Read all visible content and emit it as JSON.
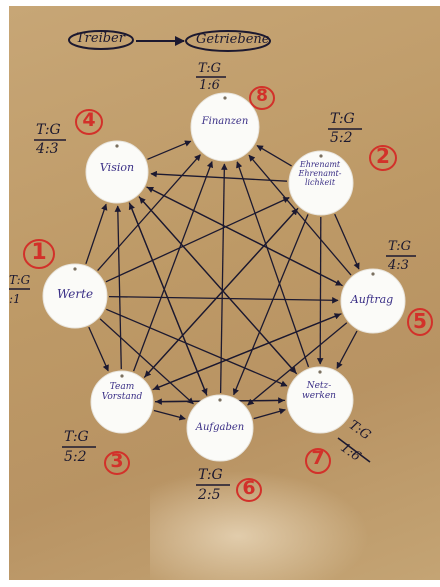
{
  "heading": {
    "left": "Treiber",
    "right": "Getriebene"
  },
  "nodes": [
    {
      "id": "finanzen",
      "label": "Finanzen",
      "ratio_top": "T:G",
      "ratio_bottom": "1:6",
      "number": "8"
    },
    {
      "id": "vision",
      "label": "Vision",
      "ratio_top": "T:G",
      "ratio_bottom": "4:3",
      "number": "4"
    },
    {
      "id": "ehrenamt",
      "label": "Ehrenamt Ehrenamt- lichkeit",
      "ratio_top": "T:G",
      "ratio_bottom": "5:2",
      "number": "2"
    },
    {
      "id": "werte",
      "label": "Werte",
      "ratio_top": "T:G",
      "ratio_bottom": ":1",
      "number": "1"
    },
    {
      "id": "auftrag",
      "label": "Auftrag",
      "ratio_top": "T:G",
      "ratio_bottom": "4:3",
      "number": "5"
    },
    {
      "id": "team",
      "label": "Team Vorstand",
      "ratio_top": "T:G",
      "ratio_bottom": "5:2",
      "number": "3"
    },
    {
      "id": "aufgaben",
      "label": "Aufgaben",
      "ratio_top": "T:G",
      "ratio_bottom": "2:5",
      "number": "6"
    },
    {
      "id": "netzwerken",
      "label": "Netz- werken",
      "ratio_top": "T:G",
      "ratio_bottom": "1:6",
      "number": "7"
    }
  ],
  "colors": {
    "board": "#bd9966",
    "ink": "#1c1930",
    "circle_text": "#3a2f86",
    "number_red": "#d2312a"
  }
}
